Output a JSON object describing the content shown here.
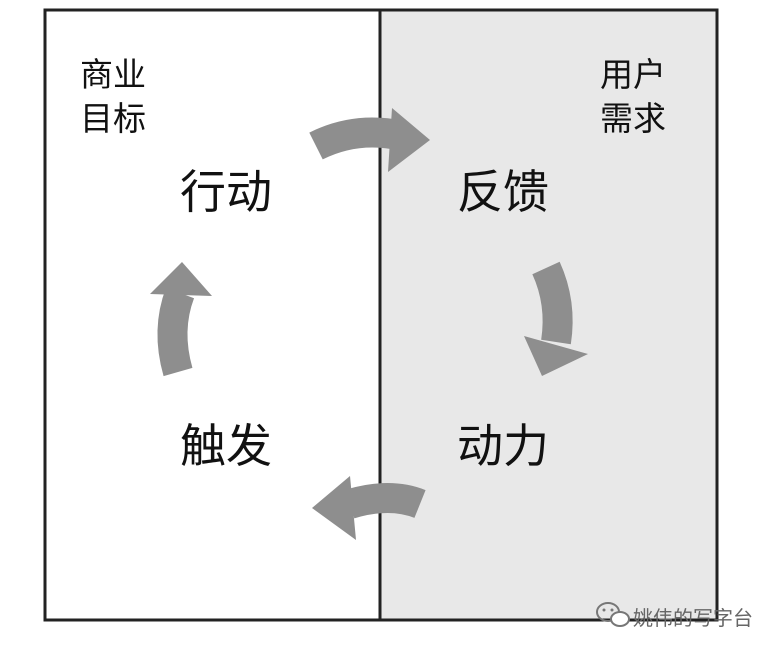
{
  "diagram": {
    "left_label": [
      "商业",
      "目标"
    ],
    "right_label": [
      "用户",
      "需求"
    ],
    "nodes": {
      "action": "行动",
      "feedback": "反馈",
      "motivation": "动力",
      "trigger": "触发"
    },
    "colors": {
      "left_panel": "#ffffff",
      "right_panel": "#e8e8e8",
      "border": "#222222",
      "arrow": "#8e8e8e"
    }
  },
  "watermark": {
    "text": "姚伟的写字台",
    "icon": "wechat-icon"
  }
}
